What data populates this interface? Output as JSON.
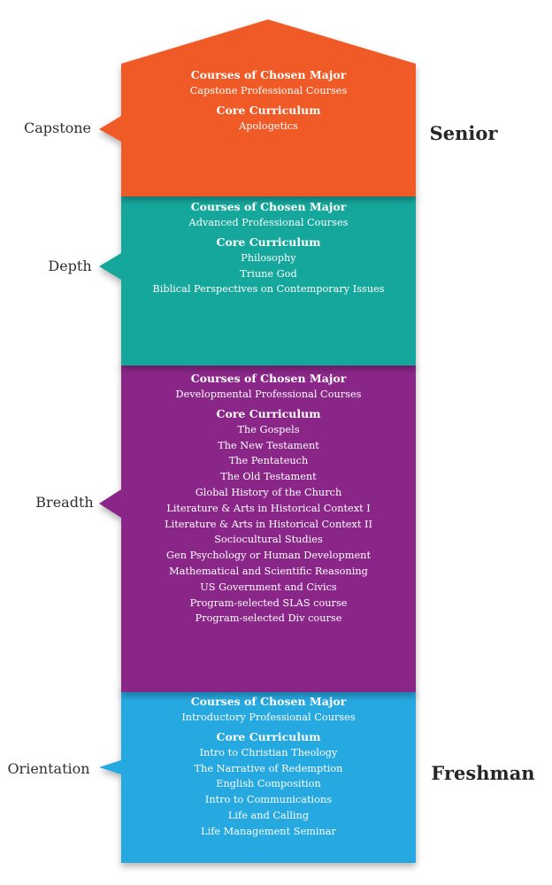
{
  "colors": {
    "capstone": "#f05a28",
    "depth": "#16a79c",
    "breadth": "#8b2589",
    "orientation": "#27a8e0"
  },
  "stages": [
    {
      "key": "capstone",
      "label": "Capstone",
      "major_heading": "Courses of Chosen Major",
      "major_course": "Capstone Professional Courses",
      "core_heading": "Core Curriculum",
      "core_courses": [
        "Apologetics"
      ]
    },
    {
      "key": "depth",
      "label": "Depth",
      "major_heading": "Courses of Chosen Major",
      "major_course": "Advanced Professional Courses",
      "core_heading": "Core Curriculum",
      "core_courses": [
        "Philosophy",
        "Triune God",
        "Biblical Perspectives on Contemporary Issues"
      ]
    },
    {
      "key": "breadth",
      "label": "Breadth",
      "major_heading": "Courses of Chosen Major",
      "major_course": "Developmental Professional Courses",
      "core_heading": "Core Curriculum",
      "core_courses": [
        "The Gospels",
        "The New Testament",
        "The Pentateuch",
        "The Old Testament",
        "Global History of the Church",
        "Literature & Arts in Historical Context I",
        "Literature & Arts in Historical Context II",
        "Sociocultural Studies",
        "Gen Psychology or Human Development",
        "Mathematical and Scientific Reasoning",
        "US Government and Civics",
        "Program-selected SLAS course",
        "Program-selected Div course"
      ]
    },
    {
      "key": "orientation",
      "label": "Orientation",
      "major_heading": "Courses of Chosen Major",
      "major_course": "Introductory Professional Courses",
      "core_heading": "Core Curriculum",
      "core_courses": [
        "Intro to Christian Theology",
        "The Narrative of Redemption",
        "English Composition",
        "Intro to Communications",
        "Life and Calling",
        "Life Management Seminar"
      ]
    }
  ],
  "years": {
    "top": "Senior",
    "bottom": "Freshman"
  }
}
